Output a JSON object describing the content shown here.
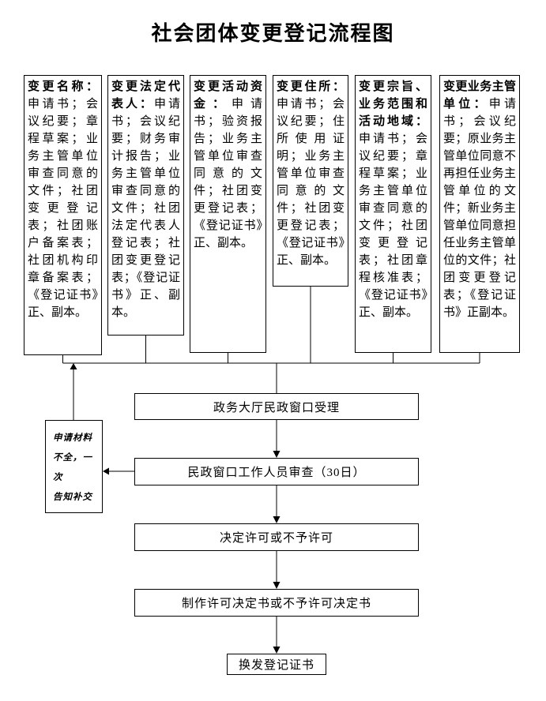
{
  "page": {
    "title": "社会团体变更登记流程图"
  },
  "material_boxes": [
    {
      "heading": "变更名称：",
      "body": "申请书；会议纪要；章程草案；业务主管单位审查同意的文件；社团变更登记表；社团账户备案表；社团机构印章备案表；《登记证书》正、副本。"
    },
    {
      "heading": "变更法定代表人：",
      "body": "申请书；会议纪要；财务审计报告；业务主管单位审查同意的文件；社团法定代表人登记表；社团变更登记表；《登记证书》正、副本。"
    },
    {
      "heading": "变更活动资金：",
      "body": "申请书；验资报告；业务主管单位审查同意的文件；社团变更登记表；《登记证书》正、副本。"
    },
    {
      "heading": "变更住所：",
      "body": "申请书；会议纪要；住所使用证明；业务主管单位审查同意的文件；社团变更登记表；《登记证书》正、副本。"
    },
    {
      "heading": "变更宗旨、业务范围和活动地域：",
      "body": "申请书；会议纪要；章程草案；业务主管单位审查同意的文件；社团变更登记表；社团章程核准表；《登记证书》正、副本。"
    },
    {
      "heading": "变更业务主管单位：",
      "body": "申请书；会议纪要；原业务主管单位同意不再担任业务主管单位的文件；新业务主管单位同意担任业务主管单位的文件；社团变更登记表；《登记证书》正副本。"
    }
  ],
  "process_steps": [
    {
      "label": "政务大厅民政窗口受理"
    },
    {
      "label": "民政窗口工作人员审查（30日）"
    },
    {
      "label": "决定许可或不予许可"
    },
    {
      "label": "制作许可决定书或不予许可决定书"
    },
    {
      "label": "换发登记证书"
    }
  ],
  "feedback": {
    "lines": [
      "申请材料",
      "不全，一次",
      "告知补交"
    ]
  }
}
